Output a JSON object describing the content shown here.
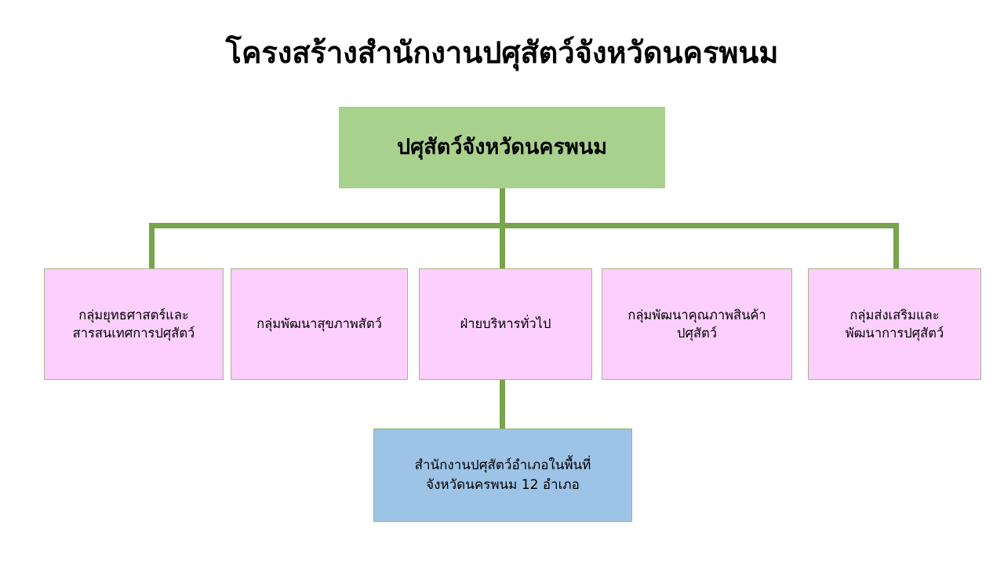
{
  "page": {
    "title": "โครงสร้างสำนักงานปศุสัตว์จังหวัดนครพนม",
    "background_color": "#FFFFFF"
  },
  "colors": {
    "root_fill": "#A9D18E",
    "division_fill": "#FCCFFF",
    "division_border": "#A6B48A",
    "leaf_fill": "#9DC3E6",
    "leaf_border": "#8FBC6E",
    "connector": "#77A44C",
    "text": "#000000"
  },
  "chart_data": {
    "type": "diagram",
    "diagram_type": "organization-chart",
    "title": "โครงสร้างสำนักงานปศุสัตว์จังหวัดนครพนม",
    "orientation": "top-down",
    "levels": 3,
    "nodes": [
      {
        "id": "root",
        "label": "ปศุสัตว์จังหวัดนครพนม",
        "level": 0,
        "fill": "#A9D18E",
        "shape": "rectangle"
      },
      {
        "id": "div-1",
        "label": "กลุ่มยุทธศาสตร์และ\nสารสนเทศการปศุสัตว์",
        "level": 1,
        "fill": "#FCCFFF",
        "shape": "rectangle",
        "parent": "root"
      },
      {
        "id": "div-2",
        "label": "กลุ่มพัฒนาสุขภาพสัตว์",
        "level": 1,
        "fill": "#FCCFFF",
        "shape": "rectangle",
        "parent": "root"
      },
      {
        "id": "div-3",
        "label": "ฝ่ายบริหารทั่วไป",
        "level": 1,
        "fill": "#FCCFFF",
        "shape": "rectangle",
        "parent": "root"
      },
      {
        "id": "div-4",
        "label": "กลุ่มพัฒนาคุณภาพสินค้า\nปศุสัตว์",
        "level": 1,
        "fill": "#FCCFFF",
        "shape": "rectangle",
        "parent": "root"
      },
      {
        "id": "div-5",
        "label": "กลุ่มส่งเสริมและ\nพัฒนาการปศุสัตว์",
        "level": 1,
        "fill": "#FCCFFF",
        "shape": "rectangle",
        "parent": "root"
      },
      {
        "id": "leaf-1",
        "label": "สำนักงานปศุสัตว์อำเภอในพื้นที่\nจังหวัดนครพนม 12 อำเภอ",
        "level": 2,
        "fill": "#9DC3E6",
        "shape": "rectangle",
        "parent": "div-3"
      }
    ],
    "edges": [
      {
        "from": "root",
        "to": "div-1"
      },
      {
        "from": "root",
        "to": "div-2"
      },
      {
        "from": "root",
        "to": "div-3"
      },
      {
        "from": "root",
        "to": "div-4"
      },
      {
        "from": "root",
        "to": "div-5"
      },
      {
        "from": "div-3",
        "to": "leaf-1"
      }
    ]
  }
}
